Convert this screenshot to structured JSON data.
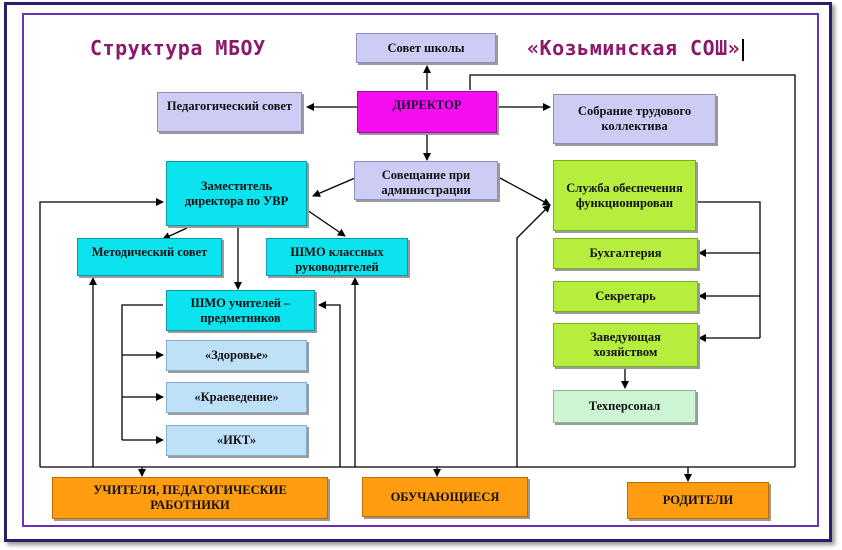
{
  "title_left": "Структура МБОУ",
  "title_right": "«Козьминская СОШ»",
  "nodes": {
    "school_council": "Совет школы",
    "director": "ДИРЕКТОР",
    "ped_council": "Педагогический совет",
    "labor_meeting": "Собрание трудового коллектива",
    "admin_meeting": "Совещание при администрации",
    "deputy_uvr": "Заместитель директора по УВР",
    "support_service": "Служба обеспечения функционирован",
    "method_council": "Методический совет",
    "shmo_class": "ШМО классных руководителей",
    "shmo_subject": "ШМО учителей – предметников",
    "health": "«Здоровье»",
    "local_history": "«Краеведение»",
    "ikt": "«ИКТ»",
    "accounting": "Бухгалтерия",
    "secretary": "Секретарь",
    "housekeeping": "Заведующая хозяйством",
    "tech_staff": "Техперсонал",
    "teachers": "УЧИТЕЛЯ, ПЕДАГОГИЧЕСКИЕ РАБОТНИКИ",
    "students": "ОБУЧАЮЩИЕСЯ",
    "parents": "РОДИТЕЛИ"
  },
  "colors": {
    "title": "#8b1a6b",
    "lavender": "#ccccf5",
    "magenta": "#f50ff0",
    "cyan": "#0be3ef",
    "light_blue": "#bfe1f8",
    "lime": "#b6ee3d",
    "mint": "#cdf5d4",
    "orange": "#ff9c0f",
    "frame": "#6b2fb8"
  }
}
